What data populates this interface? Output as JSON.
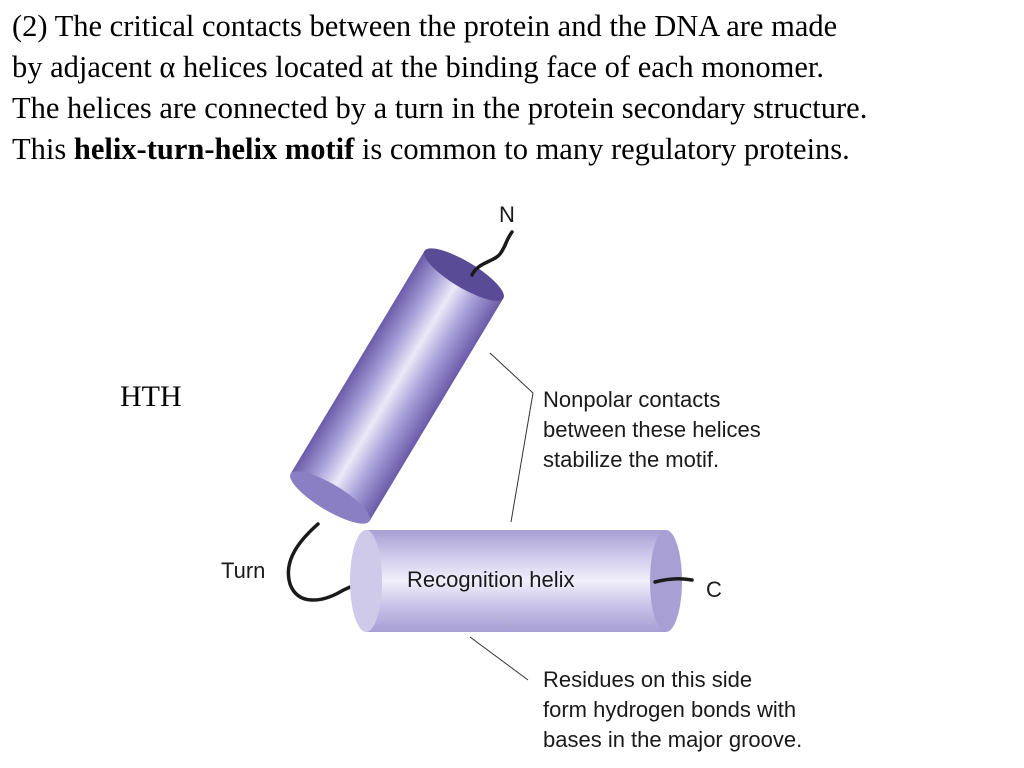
{
  "text": {
    "line1": "(2)  The critical contacts between the protein and the DNA are made",
    "line2": "by adjacent α helices located at the binding face of each monomer.",
    "line3": "The helices are connected by a turn in the protein secondary structure.",
    "line4_pre": "This ",
    "line4_bold": "helix-turn-helix motif",
    "line4_post": " is common to many regulatory proteins."
  },
  "hth_label": "HTH",
  "diagram": {
    "n_terminus": "N",
    "c_terminus": "C",
    "turn_label": "Turn",
    "recognition_helix_label": "Recognition helix",
    "nonpolar_note": [
      "Nonpolar contacts",
      "between these helices",
      "stabilize the motif."
    ],
    "residues_note": [
      "Residues on this side",
      "form hydrogen bonds with",
      "bases in the major groove."
    ],
    "colors": {
      "helix1_dark": "#6a5ba8",
      "helix1_light": "#e8e4f6",
      "helix2_dark": "#a89fd4",
      "helix2_light": "#f1effa",
      "end_cap": "#5a4b96",
      "text": "#1a1a1a"
    }
  }
}
